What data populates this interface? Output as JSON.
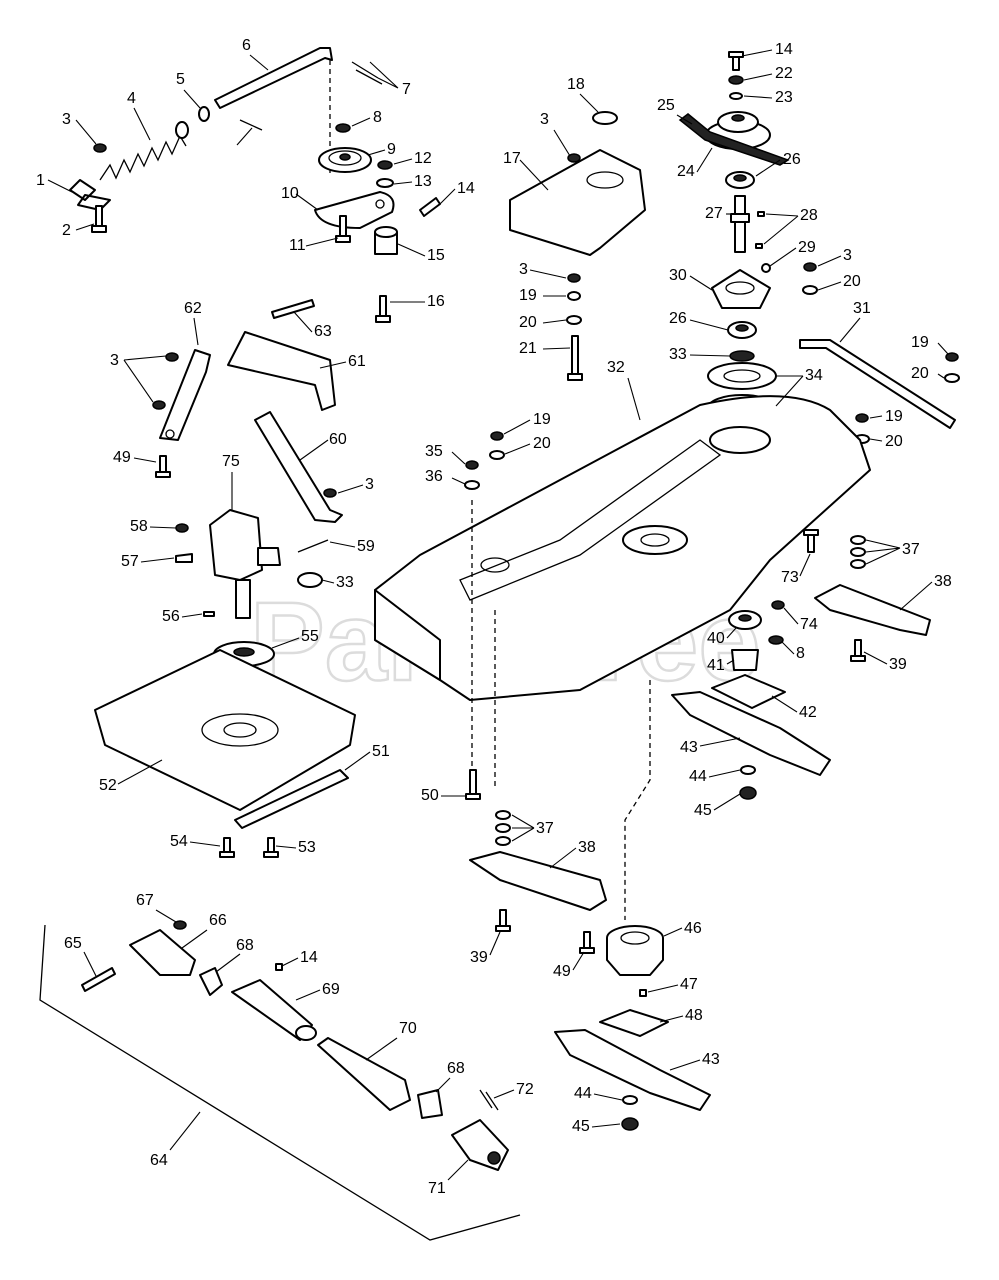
{
  "watermark": "PartsTree",
  "callouts": [
    "1",
    "2",
    "3",
    "4",
    "5",
    "6",
    "7",
    "8",
    "9",
    "10",
    "11",
    "12",
    "13",
    "14",
    "15",
    "16",
    "17",
    "18",
    "19",
    "20",
    "21",
    "22",
    "23",
    "24",
    "25",
    "26",
    "27",
    "28",
    "29",
    "30",
    "31",
    "32",
    "33",
    "34",
    "35",
    "36",
    "37",
    "38",
    "39",
    "40",
    "41",
    "42",
    "43",
    "44",
    "45",
    "46",
    "47",
    "48",
    "49",
    "50",
    "51",
    "52",
    "53",
    "54",
    "55",
    "56",
    "57",
    "58",
    "59",
    "60",
    "61",
    "62",
    "63",
    "64",
    "65",
    "66",
    "67",
    "68",
    "69",
    "70",
    "71",
    "72",
    "73",
    "74",
    "75"
  ]
}
